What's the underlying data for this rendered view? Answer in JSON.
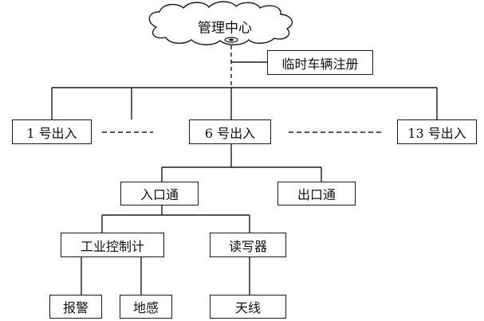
{
  "center": {
    "label": "管理中心"
  },
  "temp_register": {
    "label": "临时车辆注册"
  },
  "gates": [
    {
      "id": "gate-1",
      "label": "1 号出入"
    },
    {
      "id": "gate-6",
      "label": "6 号出入"
    },
    {
      "id": "gate-13",
      "label": "13 号出入"
    }
  ],
  "channels": [
    {
      "id": "entry",
      "label": "入口通"
    },
    {
      "id": "exit",
      "label": "出口通"
    }
  ],
  "devices": [
    {
      "id": "ipc",
      "label": "工业控制计"
    },
    {
      "id": "reader",
      "label": "读写器"
    }
  ],
  "leaves": [
    {
      "id": "alarm",
      "label": "报警"
    },
    {
      "id": "loop",
      "label": "地感"
    },
    {
      "id": "antenna",
      "label": "天线"
    }
  ]
}
